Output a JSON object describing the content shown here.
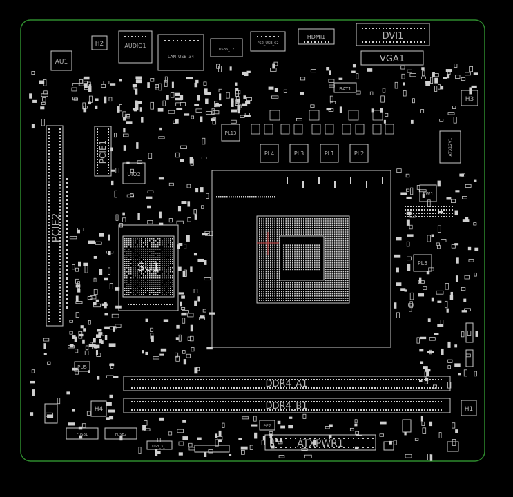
{
  "colors": {
    "background": "#000000",
    "board_outline": "#2e8b2e",
    "silkscreen": "#c8c8c8",
    "label": "#b4b4b4",
    "pad": "#d0d0d0",
    "marker": "#d04040"
  },
  "labels": {
    "h2": "H2",
    "audio1": "AUDIO1",
    "lan_usb": "LAN_USB_34",
    "usb": "USB6_12",
    "ps2_usb": "PS2_USB_62",
    "hdmi1": "HDMI1",
    "dvi1": "DVI1",
    "vga1": "VGA1",
    "au1": "AU1",
    "bat1": "BAT1",
    "h3": "H3",
    "pcie1": "PCIE1",
    "uio2": "UIO2",
    "pcie2": "PCIE2",
    "pl13": "PL13",
    "pl4": "PL4",
    "pl3": "PL3",
    "pl1": "PL1",
    "pl2": "PL2",
    "atx12v1": "ATX12V1",
    "pw1": "PW1",
    "pl5": "PL5",
    "su1": "SU1",
    "ddr4_a1": "DDR4_A1",
    "ddr4_b1": "DDR4_B1",
    "pu5": "PU5",
    "h4": "H4",
    "h1": "H1",
    "atxpwr1": "ATXPWR1",
    "pe7": "PE7",
    "fusb1": "FUSB1",
    "fusb2": "FUSB2",
    "usb_bottom": "USB_3_1"
  }
}
